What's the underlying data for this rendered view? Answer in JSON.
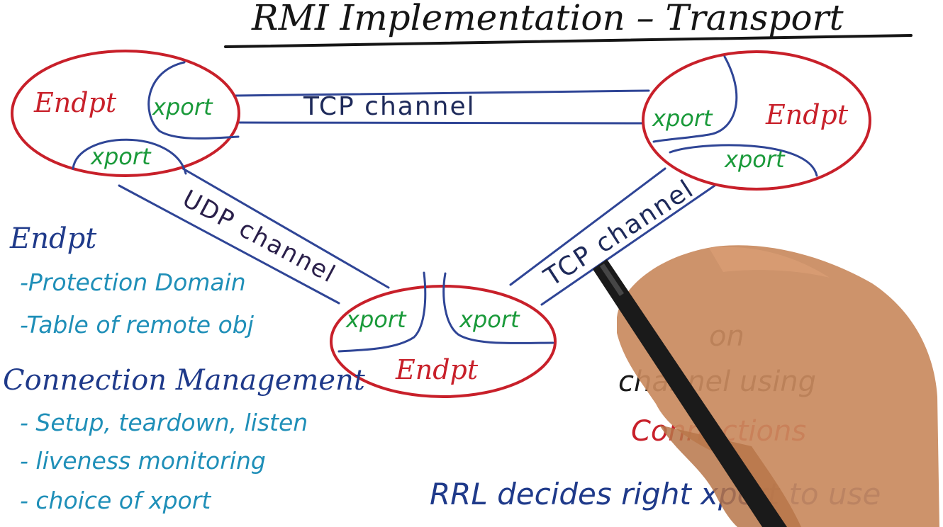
{
  "title": "RMI Implementation – Transport",
  "diagram": {
    "endpoint_label": "Endpt",
    "xport_label": "xport",
    "channels": {
      "tcp_top": "TCP channel",
      "udp": "UDP channel",
      "tcp_right": "TCP channel"
    }
  },
  "notes": {
    "endpt": {
      "heading": "Endpt",
      "items": [
        "-Protection Domain",
        "-Table of remote obj"
      ]
    },
    "connection_management": {
      "heading": "Connection Management",
      "items": [
        "- Setup, teardown, listen",
        "- liveness monitoring",
        "- choice of xport"
      ]
    },
    "right": {
      "line1": "on",
      "line2": "channel using",
      "line3": "Connections"
    },
    "rrl": "RRL decides right xport to use"
  },
  "colors": {
    "endpoint": "#c8202a",
    "xport": "#1a9a3a",
    "channel": "#2f4596",
    "notes_heading": "#1f3a8a",
    "notes_item": "#1f8fb8"
  }
}
